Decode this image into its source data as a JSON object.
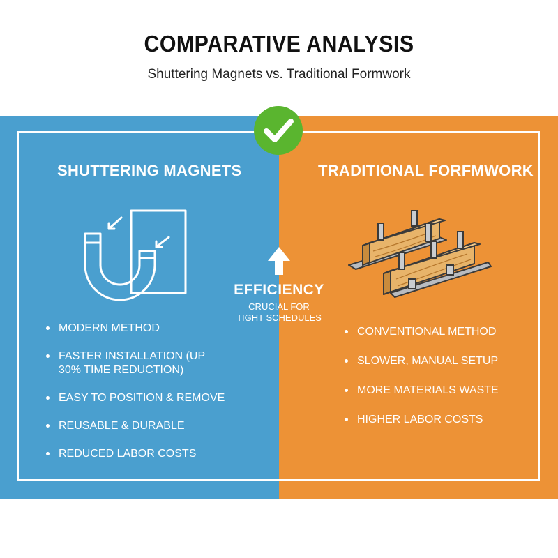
{
  "header": {
    "title": "COMPARATIVE ANALYSIS",
    "subtitle": "Shuttering Magnets vs. Traditional Formwork"
  },
  "left": {
    "heading": "SHUTTERING MAGNETS",
    "icon": "magnet-icon",
    "color": "#4a9fcf",
    "items": [
      "MODERN METHOD",
      "FASTER INSTALLATION (UP 30% TIME REDUCTION)",
      "EASY TO POSITION & REMOVE",
      "REUSABLE & DURABLE",
      "REDUCED LABOR COSTS"
    ]
  },
  "right": {
    "heading": "TRADITIONAL FORFMWORK",
    "icon": "wooden-formwork-icon",
    "color": "#ed9236",
    "items": [
      "CONVENTIONAL METHOD",
      "SLOWER, MANUAL SETUP",
      "MORE MATERIALS WASTE",
      "HIGHER LABOR COSTS"
    ]
  },
  "center": {
    "label": "EFFICIENCY",
    "sub_line1": "CRUCIAL FOR",
    "sub_line2": "TIGHT SCHEDULES",
    "icon": "up-arrow-icon"
  },
  "badge": {
    "icon": "checkmark-icon",
    "color": "#5ab52f"
  }
}
